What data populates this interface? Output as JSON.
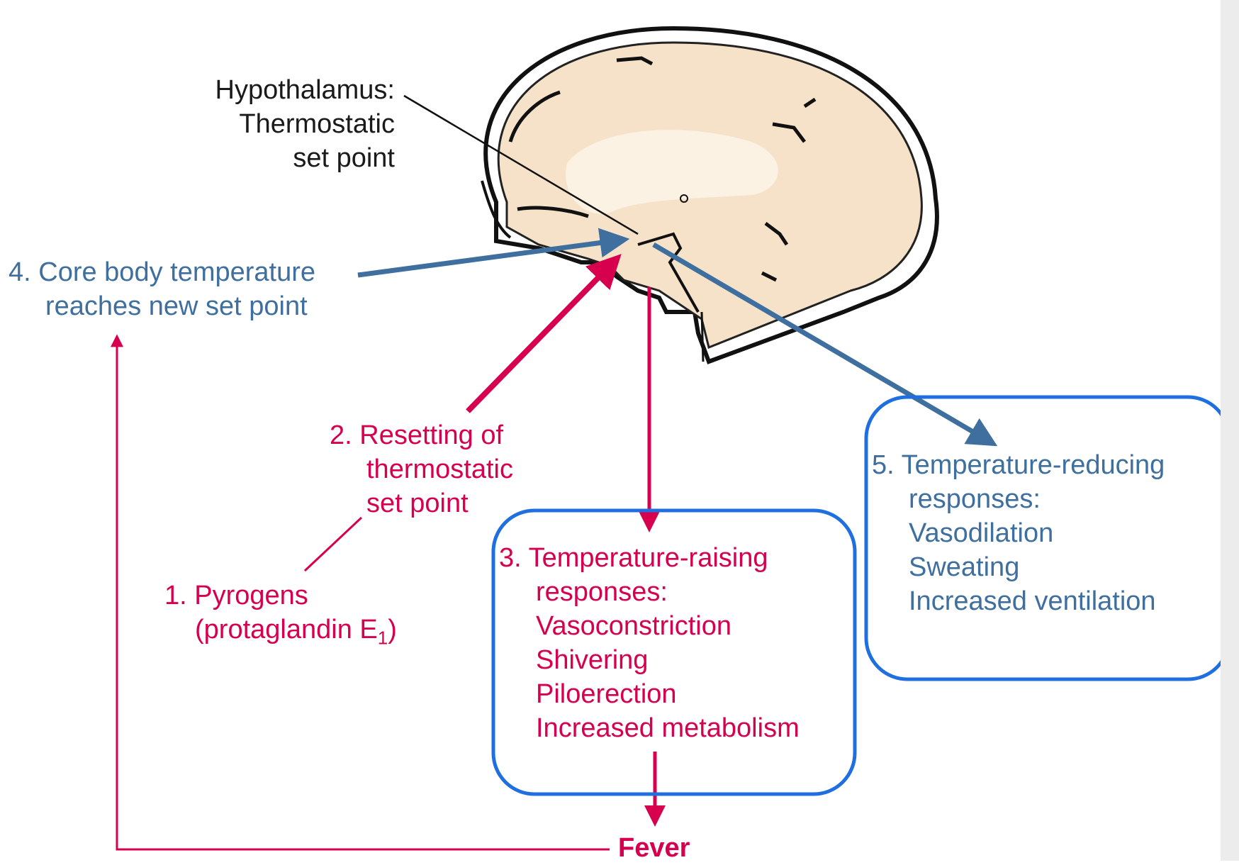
{
  "hypothalamus": {
    "line1": "Hypothalamus:",
    "line2": "Thermostatic",
    "line3": "set point"
  },
  "step4": {
    "line1": "4. Core body temperature",
    "line2": "reaches new set point"
  },
  "step2": {
    "line1": "2. Resetting of",
    "line2": "thermostatic",
    "line3": "set point"
  },
  "step1": {
    "line1": "1. Pyrogens",
    "line2": "(protaglandin E",
    "sub": "1",
    ")": ")"
  },
  "step3": {
    "line1": "3. Temperature-raising",
    "line2": "responses:",
    "items": [
      "Vasoconstriction",
      "Shivering",
      "Piloerection",
      "Increased metabolism"
    ]
  },
  "step5": {
    "line1": "5. Temperature-reducing",
    "line2": "responses:",
    "items": [
      "Vasodilation",
      "Sweating",
      "Increased ventilation"
    ]
  },
  "fever": "Fever",
  "colors": {
    "red": "#d6004f",
    "blue": "#3f6f9f",
    "box": "#1f6fe0",
    "brain": "#f6e2c8"
  }
}
